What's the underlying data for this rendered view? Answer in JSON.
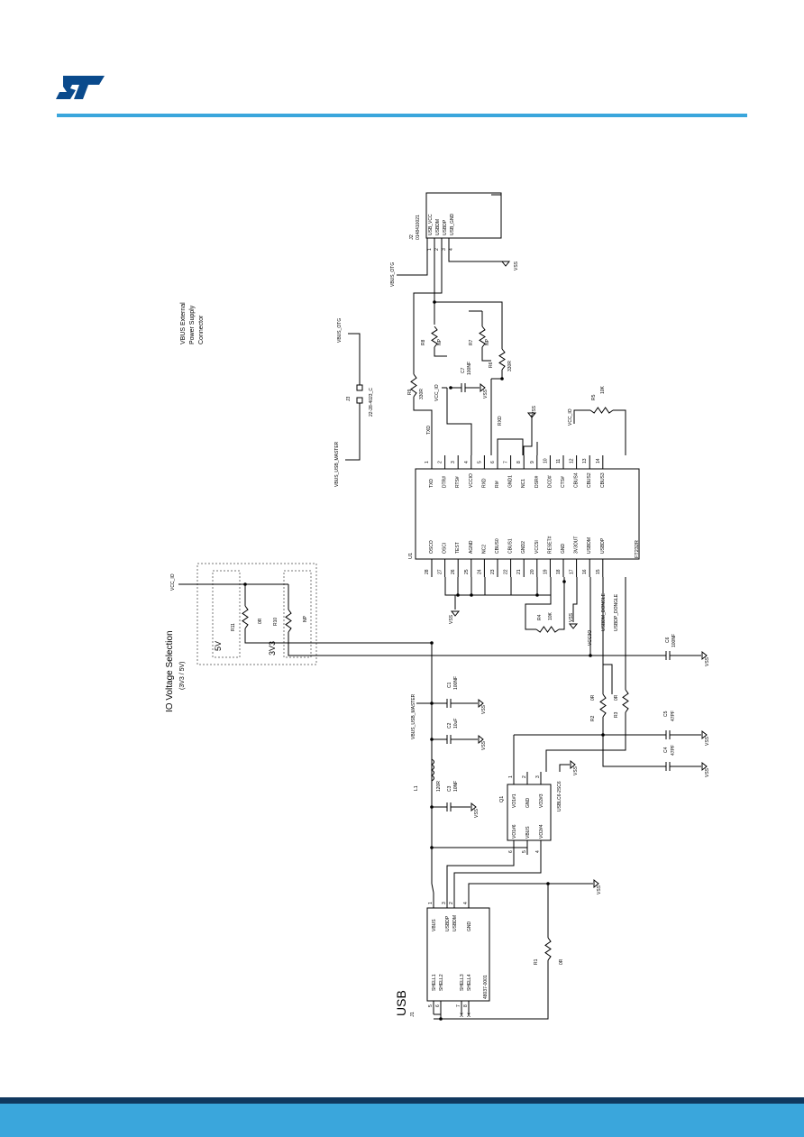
{
  "colors": {
    "accent": "#3aa6dc",
    "dark": "#10385f",
    "logo": "#0a4a8c"
  },
  "logo": {
    "icon": "st-logo-icon"
  },
  "schematic": {
    "title_usb": "USB",
    "io_title": "IO Voltage Selection",
    "io_subtitle": "(3V3 / 5V)",
    "io_opt_5v": "5V",
    "io_opt_3v3": "3V3",
    "vbus_note": [
      "VBUS External",
      "Power Supply",
      "Connector"
    ],
    "nets": {
      "vcc_io": "VCC_IO",
      "vbus_usb_master": "VBUS_USB_MASTER",
      "vbus_otg": "VBUS_OTG",
      "vcc3o": "VCC3O",
      "usbdm_dongle": "USBDM_DONGLE",
      "usbdp_dongle": "USBDP_DONGLE",
      "txd": "TXD",
      "rxd": "RXD",
      "vss": "VSS"
    },
    "u1": {
      "ref": "U1",
      "part": "FT232R",
      "top_pins": [
        {
          "num": "1",
          "name": "TXD"
        },
        {
          "num": "2",
          "name": "DTR#"
        },
        {
          "num": "3",
          "name": "RTS#"
        },
        {
          "num": "4",
          "name": "VCCIO"
        },
        {
          "num": "5",
          "name": "RXD"
        },
        {
          "num": "6",
          "name": "RI#"
        },
        {
          "num": "7",
          "name": "GND1"
        },
        {
          "num": "8",
          "name": "NC1"
        },
        {
          "num": "9",
          "name": "DSR#"
        },
        {
          "num": "10",
          "name": "DCD#"
        },
        {
          "num": "11",
          "name": "CTS#"
        },
        {
          "num": "12",
          "name": "CBUS4"
        },
        {
          "num": "13",
          "name": "CBUS2"
        },
        {
          "num": "14",
          "name": "CBUS3"
        }
      ],
      "bottom_pins": [
        {
          "num": "28",
          "name": "OSCO"
        },
        {
          "num": "27",
          "name": "OSCI"
        },
        {
          "num": "26",
          "name": "TEST"
        },
        {
          "num": "25",
          "name": "AGND"
        },
        {
          "num": "24",
          "name": "NC2"
        },
        {
          "num": "23",
          "name": "CBUS0"
        },
        {
          "num": "22",
          "name": "CBUS1"
        },
        {
          "num": "21",
          "name": "GND2"
        },
        {
          "num": "20",
          "name": "VCC5I"
        },
        {
          "num": "19",
          "name": "RESET#"
        },
        {
          "num": "18",
          "name": "GND"
        },
        {
          "num": "17",
          "name": "3V3OUT"
        },
        {
          "num": "16",
          "name": "USBDM"
        },
        {
          "num": "15",
          "name": "USBDP"
        }
      ]
    },
    "j2": {
      "ref": "J2",
      "part": "0148410021",
      "pins": [
        {
          "num": "1",
          "name": "USB_VCC"
        },
        {
          "num": "2",
          "name": "USBDM"
        },
        {
          "num": "3",
          "name": "USBDP"
        },
        {
          "num": "4",
          "name": "USB_GND"
        }
      ]
    },
    "j3": {
      "ref": "J3",
      "part": "22-28-4023_C"
    },
    "j1": {
      "ref": "J1",
      "part": "48037-0001",
      "pins": [
        {
          "num": "1",
          "name": "VBUS"
        },
        {
          "num": "3",
          "name": "USBDP"
        },
        {
          "num": "2",
          "name": "USBDM"
        },
        {
          "num": "4",
          "name": "GND"
        }
      ],
      "shell": [
        {
          "num": "5",
          "name": "SHELL1"
        },
        {
          "num": "6",
          "name": "SHELL2"
        },
        {
          "num": "7",
          "name": "SHELL3"
        },
        {
          "num": "8",
          "name": "SHELL4"
        }
      ]
    },
    "q1": {
      "ref": "Q1",
      "part": "USBLC6-2SC6",
      "top": [
        {
          "num": "1",
          "name": "VO1#1"
        },
        {
          "num": "2",
          "name": "GND"
        },
        {
          "num": "3",
          "name": "VO2#3"
        }
      ],
      "bottom": [
        {
          "num": "6",
          "name": "VO1#6"
        },
        {
          "num": "5",
          "name": "VBUS"
        },
        {
          "num": "4",
          "name": "VO2#4"
        }
      ]
    },
    "resistors": [
      {
        "ref": "R9",
        "value": "330R"
      },
      {
        "ref": "R8",
        "value": "NP"
      },
      {
        "ref": "R7",
        "value": "NP"
      },
      {
        "ref": "R6",
        "value": "330R"
      },
      {
        "ref": "R5",
        "value": "10K"
      },
      {
        "ref": "R4",
        "value": "10K"
      },
      {
        "ref": "R11",
        "value": "0R"
      },
      {
        "ref": "R10",
        "value": "NP"
      },
      {
        "ref": "R2",
        "value": "0R"
      },
      {
        "ref": "R3",
        "value": "0R"
      },
      {
        "ref": "R1",
        "value": "0R"
      }
    ],
    "capacitors": [
      {
        "ref": "C7",
        "value": "100NF"
      },
      {
        "ref": "C6",
        "value": "100NF"
      },
      {
        "ref": "C1",
        "value": "100NF"
      },
      {
        "ref": "C2",
        "value": "10uF"
      },
      {
        "ref": "C3",
        "value": "10NF"
      },
      {
        "ref": "C5",
        "value": "47PF"
      },
      {
        "ref": "C4",
        "value": "47PF"
      }
    ],
    "inductor": {
      "ref": "L1",
      "value": "120R"
    },
    "nc_mark": "X"
  }
}
